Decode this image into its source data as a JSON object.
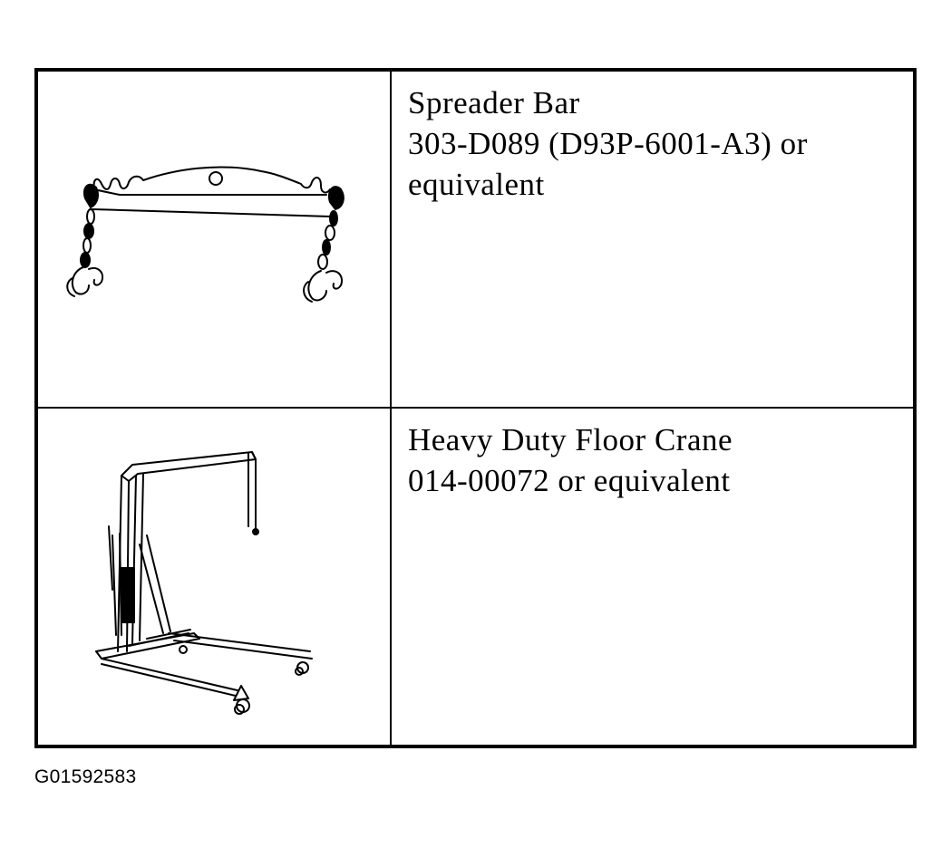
{
  "rows": [
    {
      "name_line": "Spreader Bar",
      "number_line": "303-D089 (D93P-6001-A3) or",
      "extra_line": "equivalent",
      "icon": "spreader-bar-icon"
    },
    {
      "name_line": "Heavy Duty Floor Crane",
      "number_line": "014-00072 or equivalent",
      "extra_line": "",
      "icon": "floor-crane-icon"
    }
  ],
  "figure_id": "G01592583"
}
